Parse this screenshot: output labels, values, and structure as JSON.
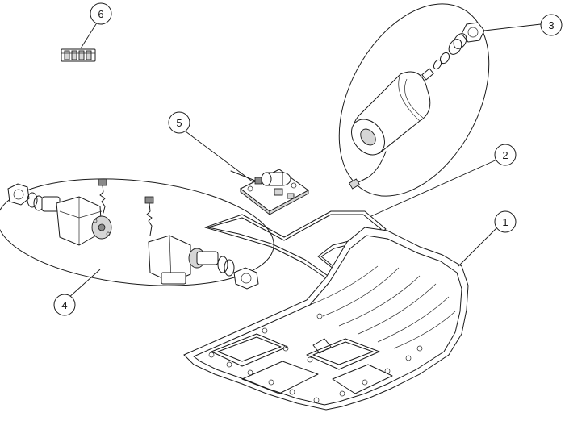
{
  "callouts": [
    {
      "id": "1",
      "label": "1"
    },
    {
      "id": "2",
      "label": "2"
    },
    {
      "id": "3",
      "label": "3"
    },
    {
      "id": "4",
      "label": "4"
    },
    {
      "id": "5",
      "label": "5"
    },
    {
      "id": "6",
      "label": "6"
    }
  ],
  "colors": {
    "line": "#1a1a1a",
    "background": "#ffffff",
    "shade": "#d6d6d6"
  }
}
